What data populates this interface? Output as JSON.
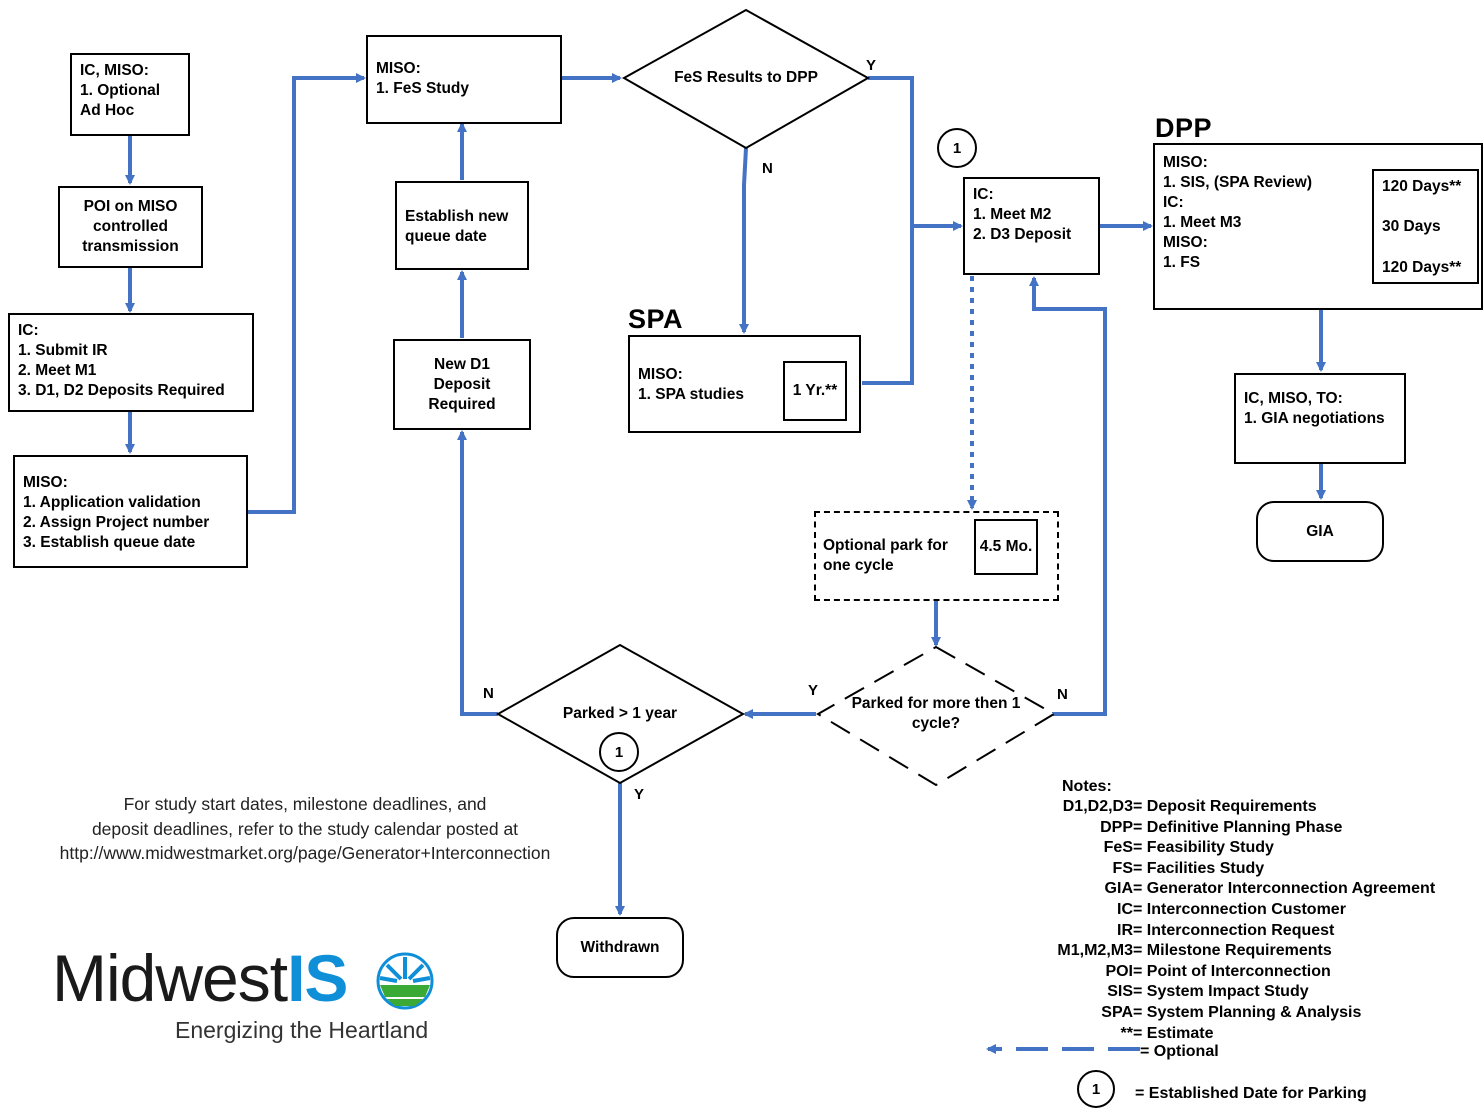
{
  "nodes": {
    "optional_adhoc": [
      "IC, MISO:",
      "1. Optional",
      "Ad Hoc"
    ],
    "poi": [
      "POI on MISO",
      "controlled",
      "transmission"
    ],
    "ic_submit": [
      "IC:",
      "1. Submit IR",
      "2. Meet M1",
      "3. D1, D2 Deposits Required"
    ],
    "miso_validation": [
      "MISO:",
      "1. Application validation",
      "2. Assign Project number",
      "3. Establish queue date"
    ],
    "fes_study": [
      "MISO:",
      "1. FeS Study"
    ],
    "establish_queue": [
      "Establish new",
      "queue date"
    ],
    "new_d1": [
      "New D1",
      "Deposit",
      "Required"
    ],
    "fes_results": "FeS Results to DPP",
    "spa_section": "SPA",
    "spa_box": [
      "MISO:",
      "1. SPA studies"
    ],
    "spa_duration": "1 Yr.**",
    "ic_m2": [
      "IC:",
      "1. Meet M2",
      "2. D3 Deposit"
    ],
    "dpp_section": "DPP",
    "dpp_box": [
      "MISO:",
      "1. SIS, (SPA Review)",
      "IC:",
      "1. Meet M3",
      "MISO:",
      "1. FS"
    ],
    "dpp_durations": [
      "120 Days**",
      "30 Days",
      "120 Days**"
    ],
    "gia_negotiations": [
      "IC, MISO, TO:",
      "1. GIA negotiations"
    ],
    "gia": "GIA",
    "optional_park": [
      "Optional park for",
      "one cycle"
    ],
    "park_duration": "4.5 Mo.",
    "parked_more": [
      "Parked for more then 1",
      "cycle?"
    ],
    "parked_year": "Parked > 1 year",
    "withdrawn": "Withdrawn"
  },
  "labels": {
    "y": "Y",
    "n": "N",
    "circle_1": "1"
  },
  "footer": [
    "For study start dates, milestone deadlines, and",
    "deposit deadlines, refer to the study calendar posted at",
    "http://www.midwestmarket.org/page/Generator+Interconnection"
  ],
  "logo": {
    "main": "Midwest",
    "accent": "IS",
    "tagline": "Energizing the Heartland"
  },
  "notes": {
    "title": "Notes:",
    "items": [
      "D1,D2,D3 = Deposit Requirements",
      "DPP = Definitive Planning Phase",
      "FeS = Feasibility Study",
      "FS = Facilities Study",
      "GIA = Generator Interconnection Agreement",
      "IC = Interconnection Customer",
      "IR = Interconnection Request",
      "M1,M2,M3 = Milestone Requirements",
      "POI = Point of Interconnection",
      "SIS = System Impact Study",
      "SPA = System Planning & Analysis",
      "** = Estimate"
    ],
    "optional_legend": "= Optional",
    "parking_legend": "= Established Date for Parking"
  },
  "colors": {
    "arrow": "#4472c4",
    "logo_accent": "#0f8fd8"
  }
}
